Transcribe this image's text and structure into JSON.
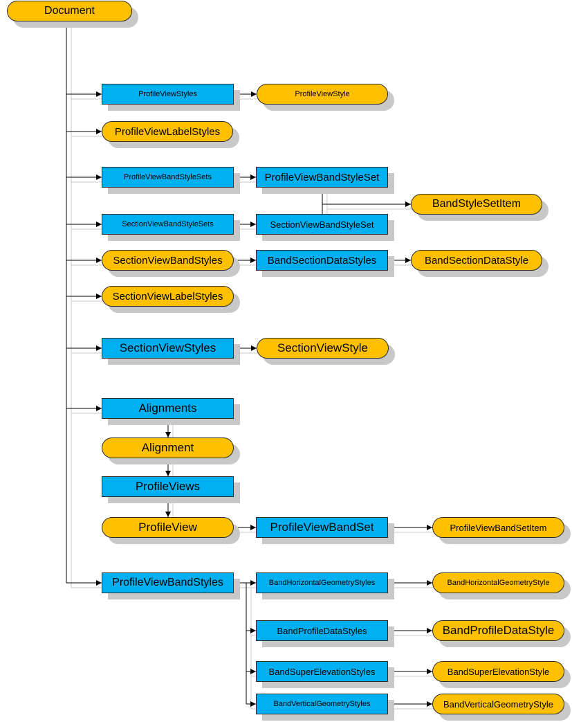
{
  "diagram": {
    "colors": {
      "collection": "#00b0f0",
      "object": "#ffc000",
      "connector": "#000000",
      "shadow": "#c8c8c8"
    },
    "nodes": {
      "document": "Document",
      "profile_view_styles": "ProfileViewStyles",
      "profile_view_style": "ProfileViewStyle",
      "profile_view_label_styles": "ProfileViewLabelStyles",
      "profile_view_band_style_sets": "ProfileViewBandStyleSets",
      "profile_view_band_style_set": "ProfileViewBandStyleSet",
      "band_style_set_item": "BandStyleSetItem",
      "section_view_band_style_sets": "SectionViewBandStyleSets",
      "section_view_band_style_set": "SectionViewBandStyleSet",
      "section_view_band_styles": "SectionViewBandStyles",
      "band_section_data_styles": "BandSectionDataStyles",
      "band_section_data_style": "BandSectionDataStyle",
      "section_view_label_styles": "SectionViewLabelStyles",
      "section_view_styles": "SectionViewStyles",
      "section_view_style": "SectionViewStyle",
      "alignments": "Alignments",
      "alignment": "Alignment",
      "profile_views": "ProfileViews",
      "profile_view": "ProfileView",
      "profile_view_band_set": "ProfileViewBandSet",
      "profile_view_band_set_item": "ProfileViewBandSetItem",
      "profile_view_band_styles": "ProfileViewBandStyles",
      "band_horizontal_geometry_styles": "BandHorizontalGeometryStyles",
      "band_horizontal_geometry_style": "BandHorizontalGeometryStyle",
      "band_profile_data_styles": "BandProfileDataStyles",
      "band_profile_data_style": "BandProfileDataStyle",
      "band_super_elevation_styles": "BandSuperElevationStyles",
      "band_super_elevation_style": "BandSuperElevationStyle",
      "band_vertical_geometry_styles": "BandVerticalGeometryStyles",
      "band_vertical_geometry_style": "BandVerticalGeometryStyle"
    }
  }
}
